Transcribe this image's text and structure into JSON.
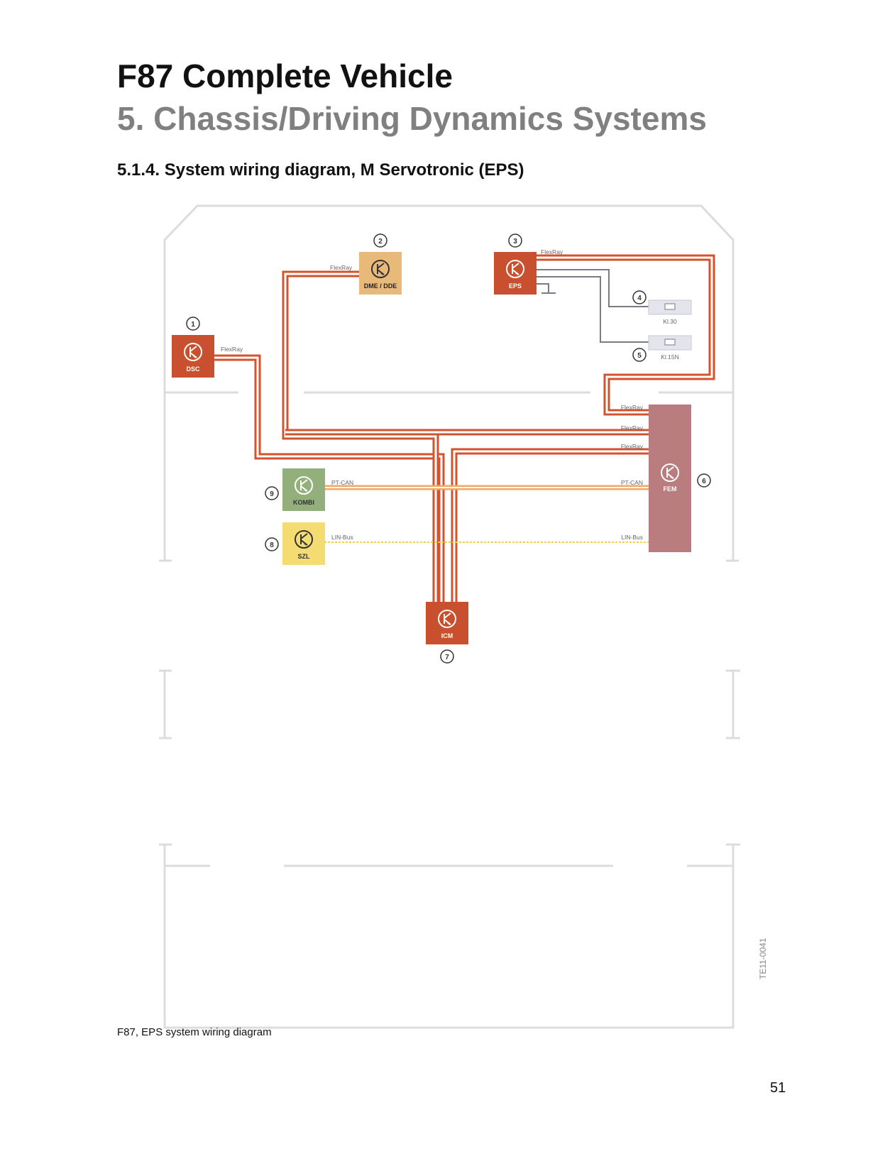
{
  "header": {
    "title": "F87 Complete Vehicle",
    "subtitle": "5. Chassis/Driving Dynamics Systems",
    "section": "5.1.4. System wiring diagram, M Servotronic (EPS)"
  },
  "diagram": {
    "units": {
      "dsc": {
        "label": "DSC",
        "number": "1",
        "color": "#c9502f"
      },
      "dme": {
        "label": "DME / DDE",
        "number": "2",
        "color": "#e9b97a"
      },
      "eps": {
        "label": "EPS",
        "number": "3",
        "color": "#c9502f"
      },
      "kl30": {
        "label": "Kl.30",
        "number": "4"
      },
      "kl15n": {
        "label": "Kl.15N",
        "number": "5"
      },
      "fem": {
        "label": "FEM",
        "number": "6",
        "color": "#b97d7f"
      },
      "icm": {
        "label": "ICM",
        "number": "7",
        "color": "#c9502f"
      },
      "szl": {
        "label": "SZL",
        "number": "8",
        "color": "#f4dc72"
      },
      "kombi": {
        "label": "KOMBI",
        "number": "9",
        "color": "#93b07c"
      }
    },
    "bus_labels": {
      "flexray": "FlexRay",
      "ptcan": "PT-CAN",
      "linbus": "LIN-Bus"
    },
    "colors": {
      "flexray": "#d4532f",
      "ptcan": "#f0a868",
      "linbus": "#efd34a",
      "power": "#7a7a88"
    }
  },
  "caption": "F87, EPS system wiring diagram",
  "doc_code": "TE11-0041",
  "page_number": "51"
}
